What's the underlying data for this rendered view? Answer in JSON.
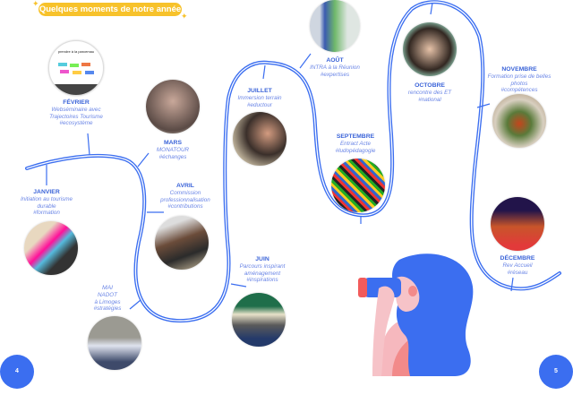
{
  "header": {
    "title": "Quelques moments de notre année"
  },
  "colors": {
    "accent": "#3b6ef0",
    "title_bg": "#f7c22b",
    "text": "#6b86e6"
  },
  "months": [
    {
      "month": "JANVIER",
      "lines": [
        "Initiation au tourisme",
        "durable",
        "#formation"
      ]
    },
    {
      "month": "FÉVRIER",
      "lines": [
        "Webséminaire avec",
        "Trajectoires Tourisme",
        "#ecosystème"
      ]
    },
    {
      "month": "MARS",
      "lines": [
        "MONATOUR",
        "#échanges"
      ]
    },
    {
      "month": "AVRIL",
      "lines": [
        "Commission",
        "professionnalisation",
        "#contributions"
      ]
    },
    {
      "month": "MAI",
      "lines": [
        "NADOT",
        "à Limoges",
        "#stratégies"
      ]
    },
    {
      "month": "JUIN",
      "lines": [
        "Parcours inspirant",
        "aménagement",
        "#inspirations"
      ]
    },
    {
      "month": "JUILLET",
      "lines": [
        "Immersion terrain",
        "#eductour"
      ]
    },
    {
      "month": "AOÛT",
      "lines": [
        "INTRA à la Réunion",
        "#expertises"
      ]
    },
    {
      "month": "SEPTEMBRE",
      "lines": [
        "Entract Acte",
        "#ludopédagogie"
      ]
    },
    {
      "month": "OCTOBRE",
      "lines": [
        "rencontre des ET",
        "#national"
      ]
    },
    {
      "month": "NOVEMBRE",
      "lines": [
        "Formation prise de belles",
        "photos",
        "#compétences"
      ]
    },
    {
      "month": "DÉCEMBRE",
      "lines": [
        "Rev Accueil",
        "#réseau"
      ]
    }
  ],
  "photo_heading": "prendre à la parcemau",
  "pages": {
    "left": "4",
    "right": "5"
  }
}
